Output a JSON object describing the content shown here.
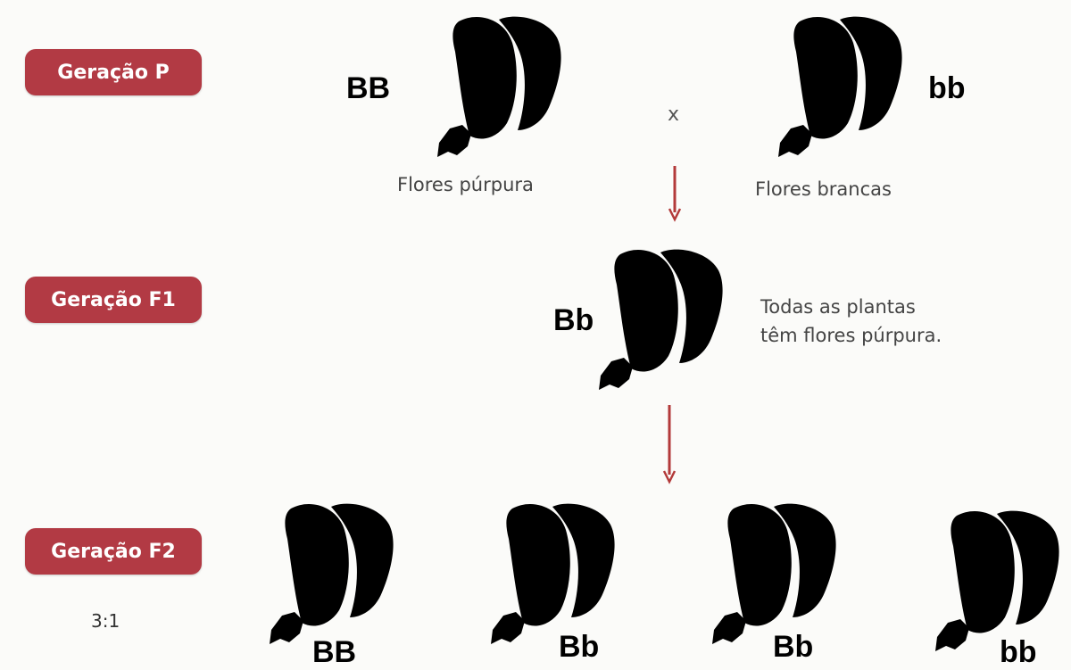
{
  "generations": {
    "p": "Geração P",
    "f1": "Geração F1",
    "f2": "Geração F2"
  },
  "ratio": "3:1",
  "cross_symbol": "x",
  "parents": {
    "purple_genotype": "BB",
    "white_genotype": "bb",
    "purple_caption": "Flores púrpura",
    "white_caption": "Flores brancas"
  },
  "f1": {
    "genotype": "Bb",
    "caption_line1": "Todas as plantas",
    "caption_line2": "têm flores púrpura."
  },
  "f2": {
    "genotypes": [
      "BB",
      "Bb",
      "Bb",
      "bb"
    ]
  },
  "colors": {
    "label_bg": "#b23a44",
    "purple_petal": "#a660b4",
    "purple_light": "#c98ad3",
    "sepal": "#2f7d3c",
    "arrow": "#b33a3a",
    "white_outline": "#7a7a7a"
  }
}
